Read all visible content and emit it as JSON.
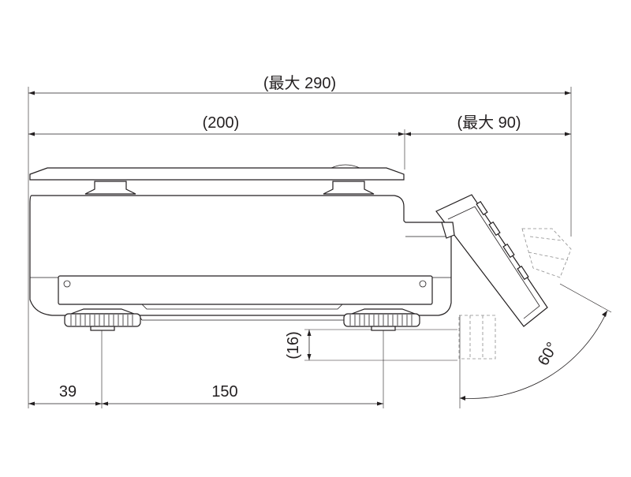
{
  "dimensions": {
    "overall_max": "(最大 290)",
    "platform": "(200)",
    "display_max": "(最大 90)",
    "foot_offset": "39",
    "foot_pitch": "150",
    "foot_height": "(16)",
    "tilt_angle": "60°"
  }
}
